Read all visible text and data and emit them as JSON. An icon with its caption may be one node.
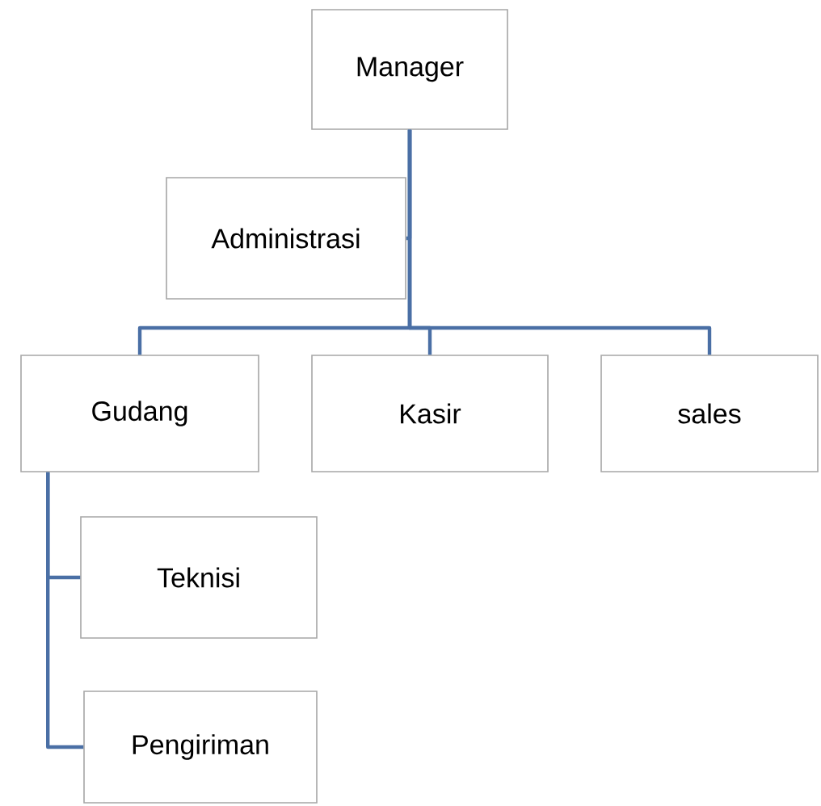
{
  "diagram": {
    "nodes": [
      {
        "text": [
          "Manager"
        ]
      },
      {
        "text": [
          "Administrasi"
        ]
      },
      {
        "text": [
          "Gudang"
        ]
      },
      {
        "text": [
          "Kasir"
        ]
      },
      {
        "text": [
          "sales"
        ]
      },
      {
        "text": [
          "Teknisi"
        ]
      },
      {
        "text": [
          "Pengiriman"
        ]
      }
    ],
    "edges": [
      {
        "from": 0,
        "to": 1,
        "arrow": "none"
      },
      {
        "from": 0,
        "to": 2,
        "arrow": "none"
      },
      {
        "from": 0,
        "to": 3,
        "arrow": "none"
      },
      {
        "from": 0,
        "to": 4,
        "arrow": "none"
      },
      {
        "from": 2,
        "to": 5,
        "arrow": "none"
      },
      {
        "from": 2,
        "to": 6,
        "arrow": "none"
      }
    ]
  }
}
